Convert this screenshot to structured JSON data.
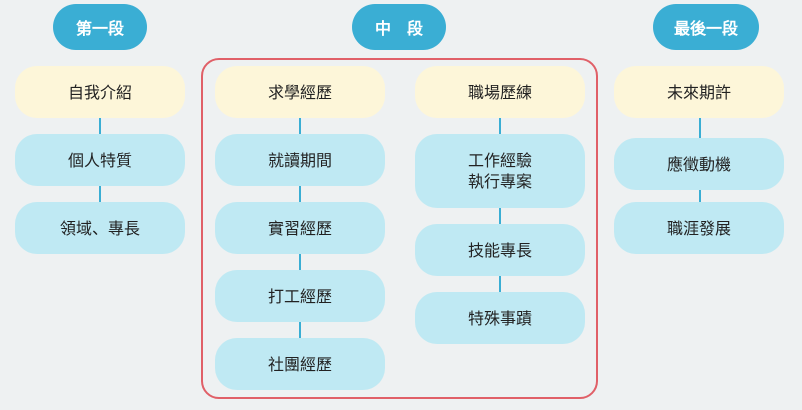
{
  "colors": {
    "background": "#eef1f2",
    "header": "#3aaed4",
    "connector": "#3aaed4",
    "cream_box": "#fdf6d9",
    "blue_box": "#bfe9f3",
    "frame": "#e06068"
  },
  "stages": {
    "first": {
      "label": "第一段",
      "title": "自我介紹",
      "items": [
        "個人特質",
        "領域、專長"
      ]
    },
    "middle": {
      "label": "中　段",
      "study": {
        "title": "求學經歷",
        "items": [
          "就讀期間",
          "實習經歷",
          "打工經歷",
          "社團經歷"
        ]
      },
      "work": {
        "title": "職場歷練",
        "items": [
          "工作經驗\n執行專案",
          "技能專長",
          "特殊事蹟"
        ]
      }
    },
    "last": {
      "label": "最後一段",
      "title": "未來期許",
      "items": [
        "應徵動機",
        "職涯發展"
      ]
    }
  }
}
